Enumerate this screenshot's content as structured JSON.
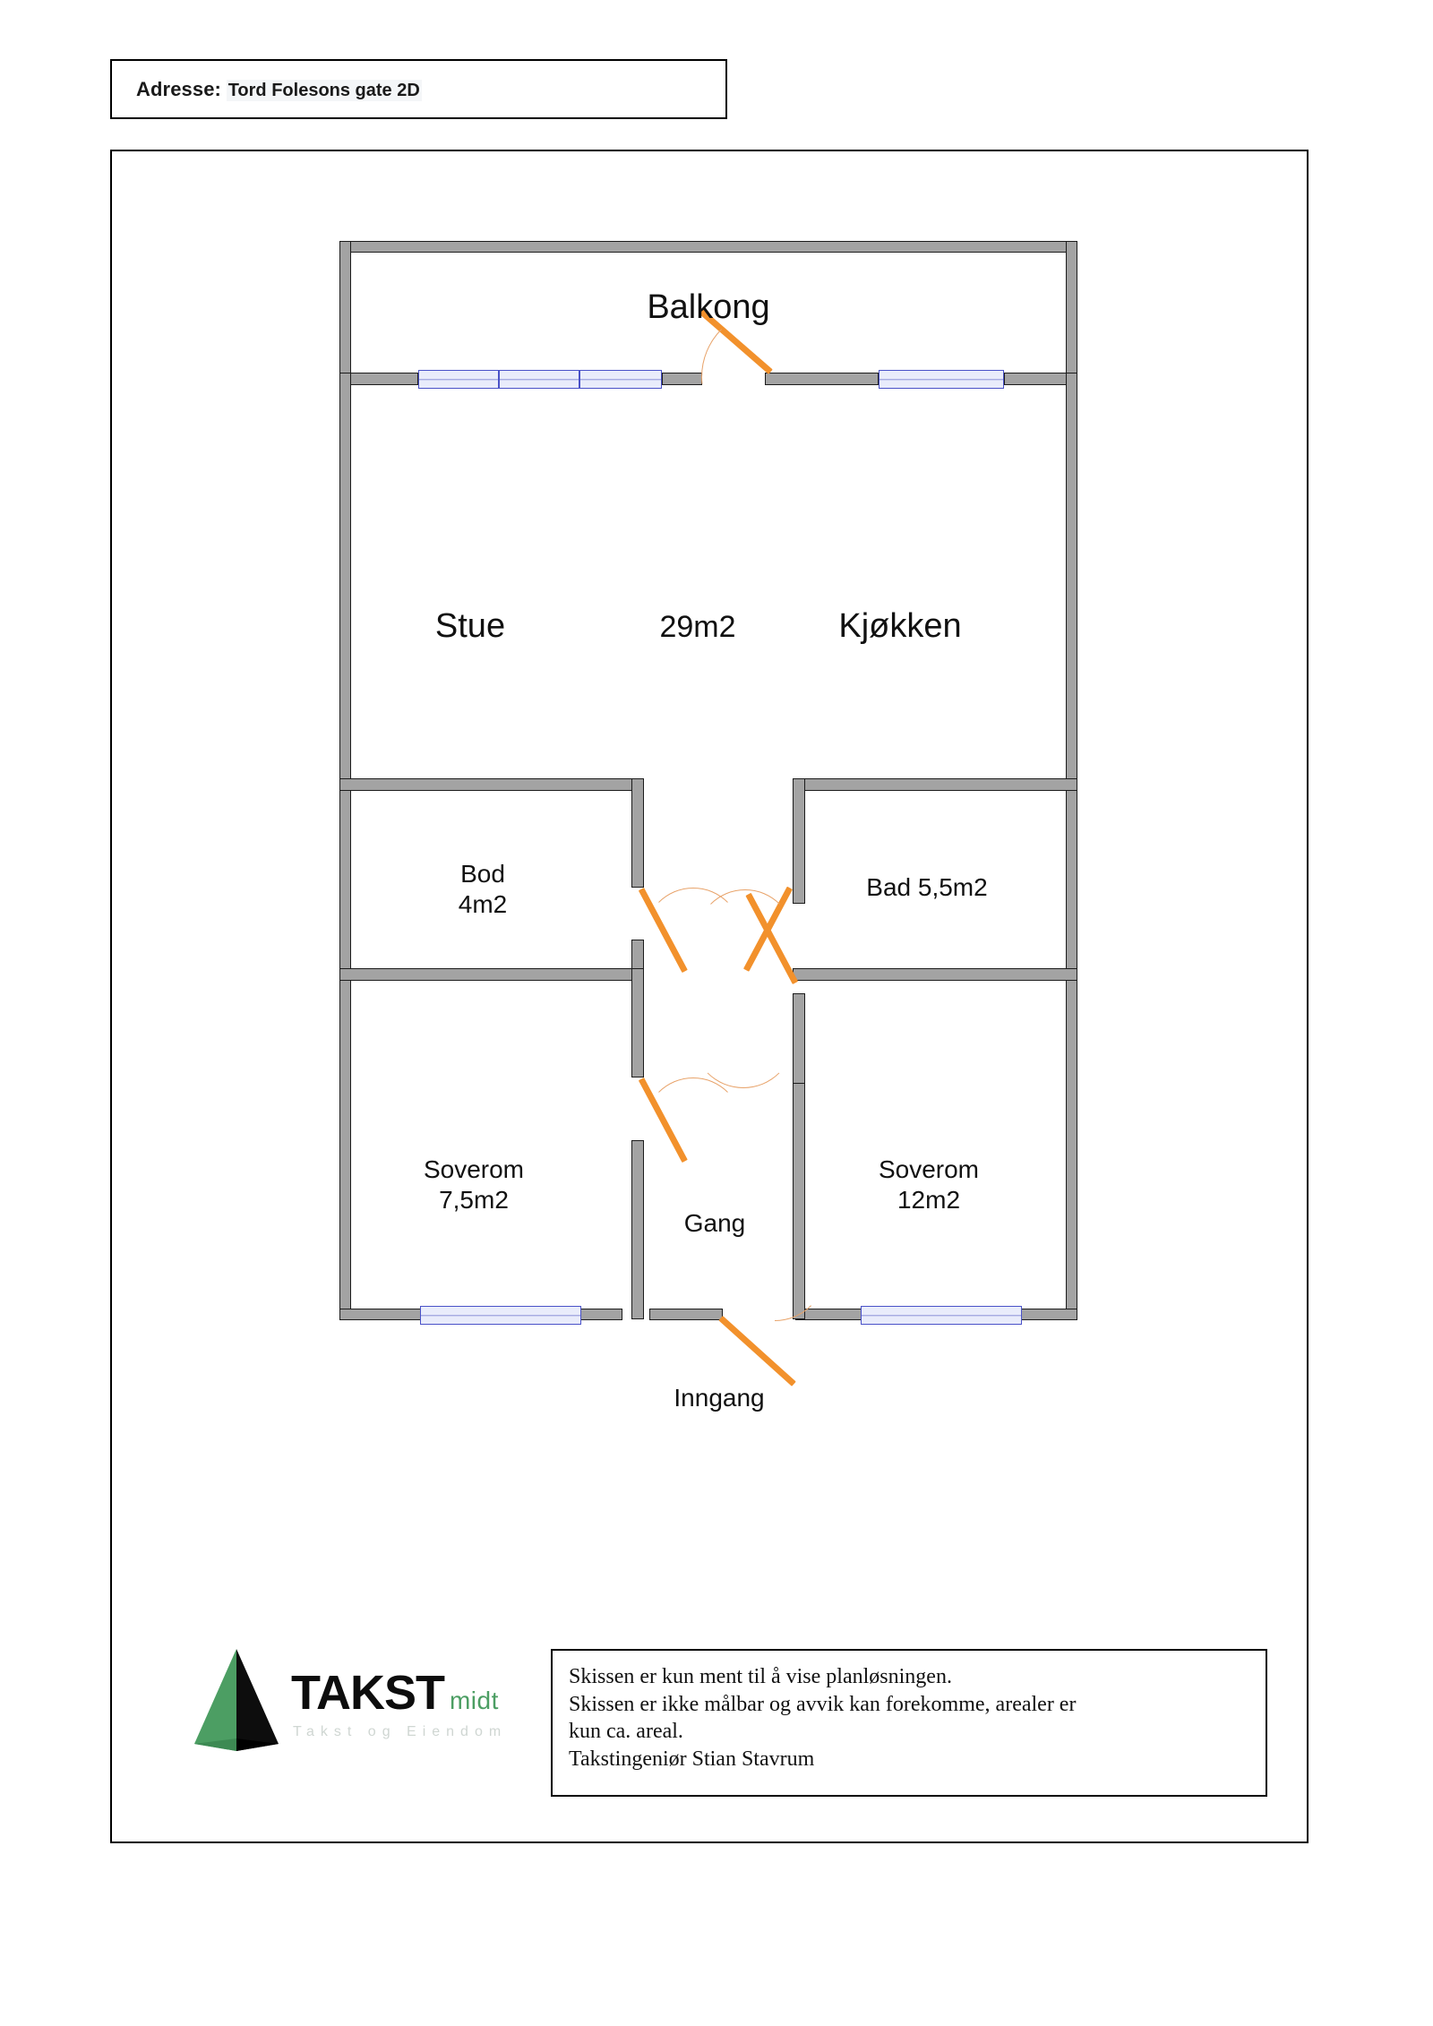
{
  "header": {
    "address_label": "Adresse",
    "separator": ":",
    "address_value": "Tord Folesons gate 2D"
  },
  "floorplan": {
    "rooms": [
      {
        "name": "balkong",
        "label": "Balkong"
      },
      {
        "name": "stue",
        "label": "Stue"
      },
      {
        "name": "stue-area",
        "label": "29m2"
      },
      {
        "name": "kjokken",
        "label": "Kjøkken"
      },
      {
        "name": "bod",
        "label": "Bod\n4m2"
      },
      {
        "name": "bad",
        "label": "Bad 5,5m2"
      },
      {
        "name": "soverom-small",
        "label": "Soverom\n7,5m2"
      },
      {
        "name": "gang",
        "label": "Gang"
      },
      {
        "name": "soverom-large",
        "label": "Soverom\n12m2"
      },
      {
        "name": "inngang",
        "label": "Inngang"
      }
    ],
    "colors": {
      "wall_fill": "#a3a3a3",
      "wall_stroke": "#1c1c1c",
      "window_fill": "#e9ecfb",
      "window_stroke": "#4a52c8",
      "door": "#f2912c"
    }
  },
  "footer": {
    "logo": {
      "brand": "TAKST",
      "sub": "midt",
      "tagline": "Takst og Eiendom"
    },
    "disclaimer": {
      "line1": "Skissen er kun ment til å vise planløsningen.",
      "line2": "Skissen er ikke målbar og avvik kan forekomme, arealer er",
      "line3": "kun ca. areal.",
      "line4": "Takstingeniør Stian Stavrum"
    }
  }
}
